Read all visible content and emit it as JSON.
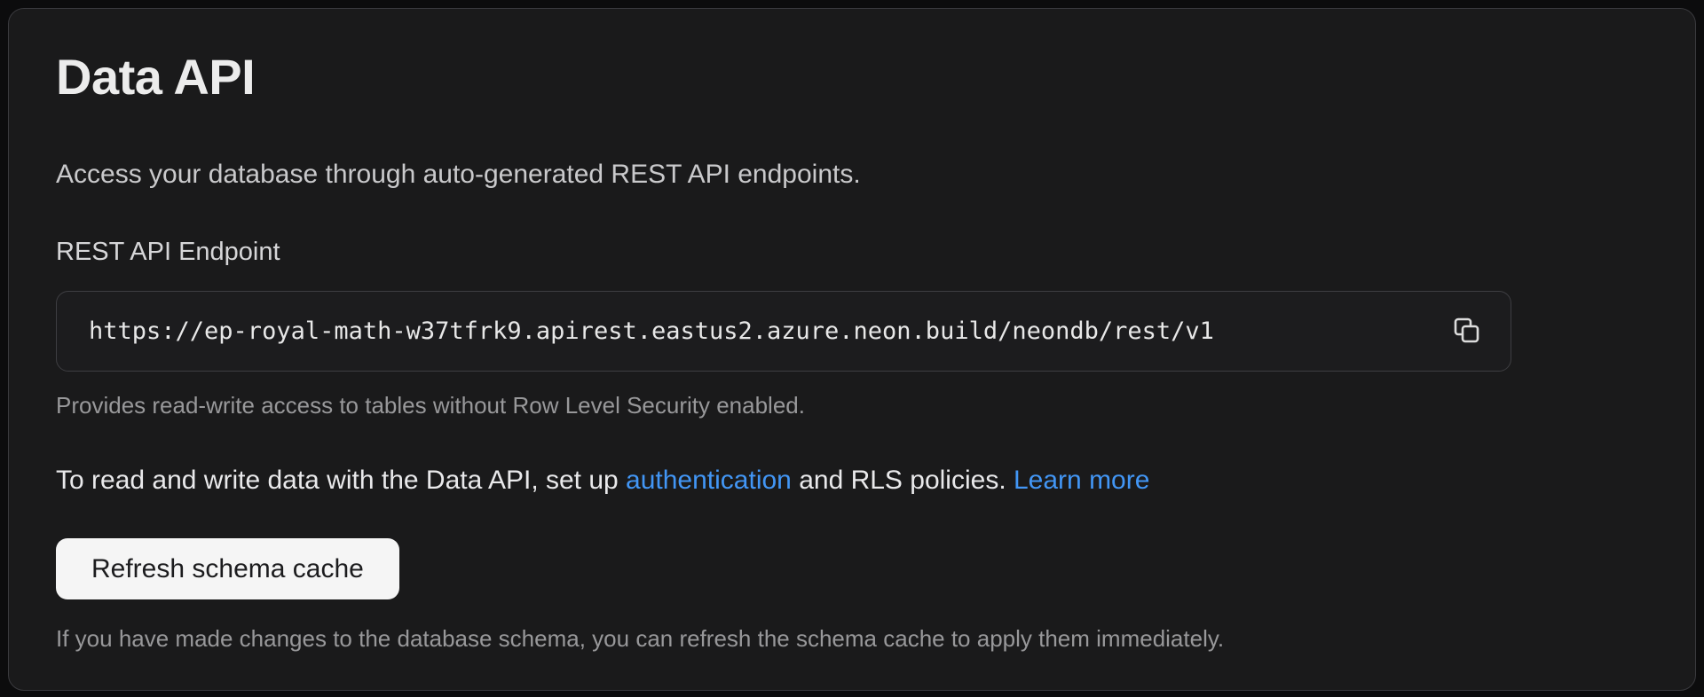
{
  "page": {
    "title": "Data API",
    "description": "Access your database through auto-generated REST API endpoints."
  },
  "endpoint": {
    "label": "REST API Endpoint",
    "url": "https://ep-royal-math-w37tfrk9.apirest.eastus2.azure.neon.build/neondb/rest/v1",
    "copy_icon": "copy-icon",
    "helper": "Provides read-write access to tables without Row Level Security enabled."
  },
  "auth_note": {
    "text_before": "To read and write data with the Data API, set up ",
    "authentication_link": "authentication",
    "text_middle": " and RLS policies. ",
    "learn_more_link": "Learn more"
  },
  "schema_cache": {
    "button_label": "Refresh schema cache",
    "helper": "If you have made changes to the database schema, you can refresh the schema cache to apply them immediately."
  },
  "colors": {
    "page_background": "#0c0c0d",
    "card_background": "#1a1a1b",
    "card_border": "#3a3a3e",
    "field_background": "#1c1c1e",
    "field_border": "#3e3e42",
    "link": "#4296f5",
    "button_background": "#f5f5f5",
    "button_text": "#1c1c1e",
    "helper_text": "#98989a"
  }
}
